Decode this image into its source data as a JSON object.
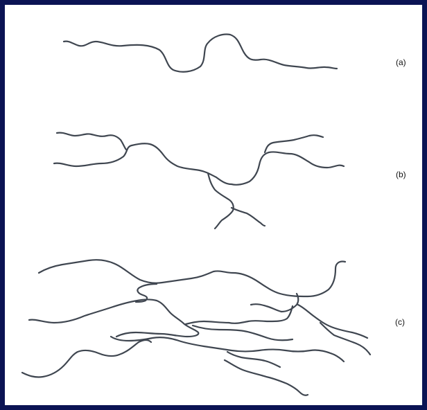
{
  "labels": {
    "a": "(a)",
    "b": "(b)",
    "c": "(c)"
  },
  "colors": {
    "border": "#0b1354",
    "line": "#3f4650",
    "background": "#ffffff"
  }
}
